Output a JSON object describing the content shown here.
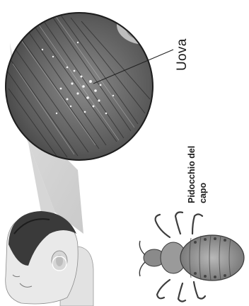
{
  "labels": {
    "eggs": "Uova",
    "head_louse_line1": "Pidocchio del",
    "head_louse_line2": "capo"
  }
}
